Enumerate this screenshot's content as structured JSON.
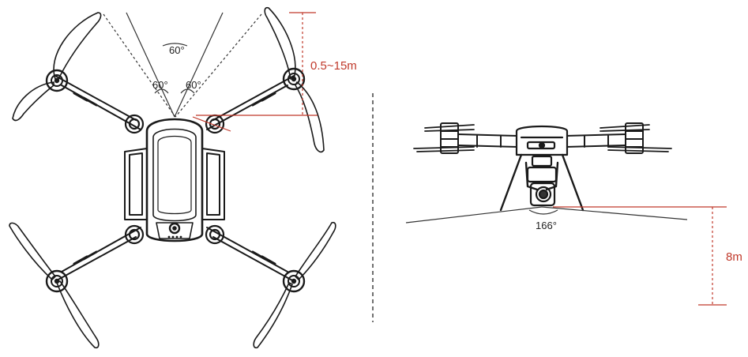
{
  "annotations": {
    "angle_top": "60°",
    "angle_left": "60°",
    "angle_right": "60°",
    "distance_top": "0.5~15m",
    "gimbal_angle": "166°",
    "height_side": "8m"
  },
  "colors": {
    "line": "#1a1a1a",
    "accent": "#c0392b",
    "body_fill": "#ffffff",
    "dark": "#333333"
  }
}
